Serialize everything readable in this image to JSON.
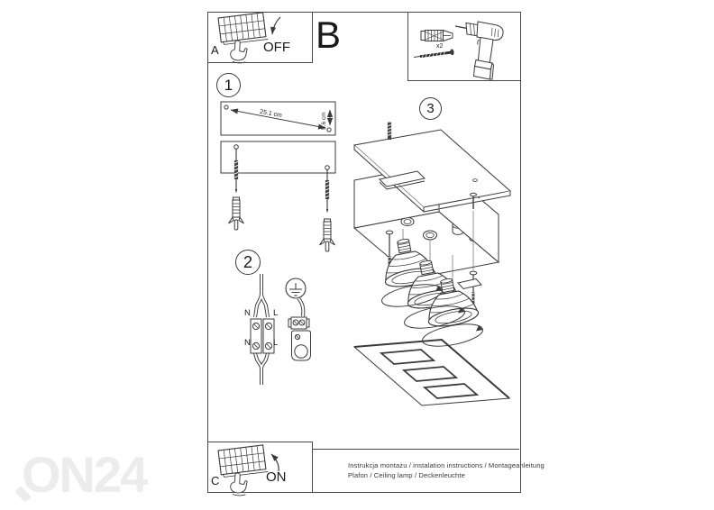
{
  "document": {
    "watermark": "ON24",
    "footer": {
      "line1": "Instrukcja montażu / instalation instructions / Montageanleitung",
      "line2": "Plafon / Ceiling lamp / Deckenleuchte"
    }
  },
  "callout_boxes": {
    "power_off": {
      "label": "A",
      "switch_state": "OFF"
    },
    "section_b": {
      "label": "B",
      "anchor_quantity": "x2"
    },
    "power_on": {
      "label": "C",
      "switch_state": "ON"
    }
  },
  "steps": {
    "step1": {
      "number": "1",
      "hole_distance": "25.1 cm",
      "hole_offset": "5.6 cm"
    },
    "step2": {
      "number": "2",
      "neutral_label": "N",
      "live_label": "L"
    },
    "step3": {
      "number": "3"
    }
  },
  "icons": {
    "fuse_panel": "circuit-breaker-panel-with-hand",
    "off_arrow": "curved-arrow-down",
    "on_arrow": "curved-arrow-up",
    "tools": "wall-plug, mounting-screw, cordless-drill",
    "earth": "ground-symbol-in-circle"
  },
  "colors": {
    "line_art": "#3a3a3a",
    "watermark": "#ececec",
    "background": "#ffffff"
  }
}
